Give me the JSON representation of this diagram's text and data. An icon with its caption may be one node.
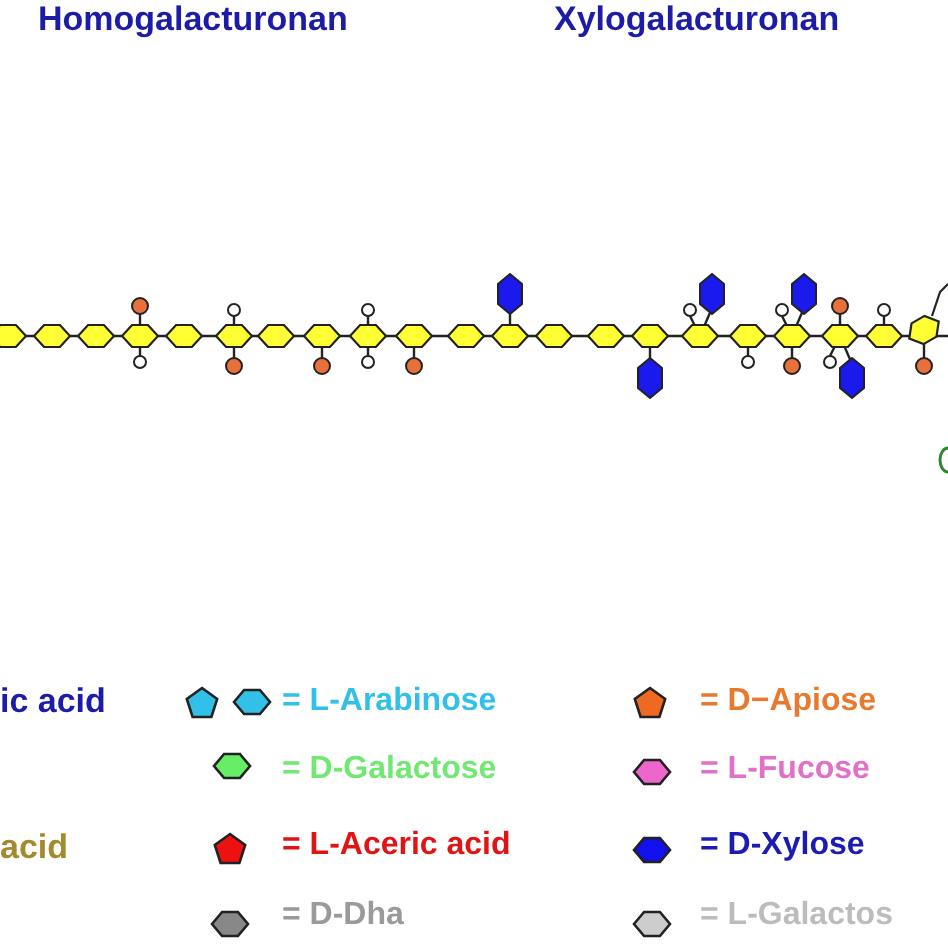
{
  "diagram": {
    "labels": [
      "Homogalacturonan",
      "Xylogalacturonan",
      "ic acid",
      "acid"
    ],
    "legend": [
      {
        "text": "= L-Arabinose"
      },
      {
        "text": "= D-Galactose"
      },
      {
        "text": "= L-Aceric acid"
      },
      {
        "text": "= D-Dha"
      },
      {
        "text": "= D−Apiose"
      },
      {
        "text": "= L-Fucose"
      },
      {
        "text": "= D-Xylose"
      },
      {
        "text": "= L-Galactos"
      }
    ]
  }
}
